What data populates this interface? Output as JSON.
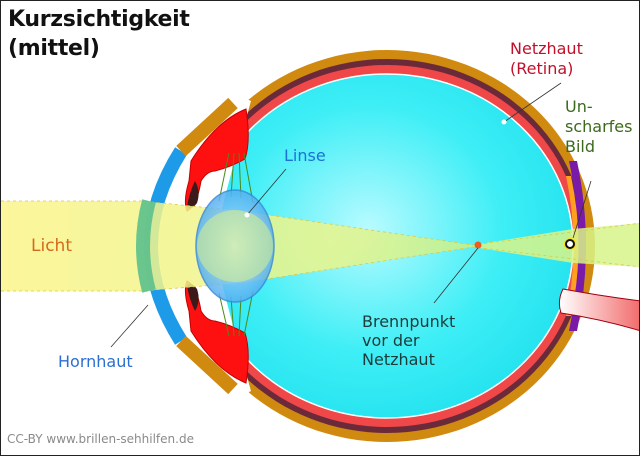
{
  "title": {
    "line1": "Kurzsichtigkeit",
    "line2": "(mittel)"
  },
  "labels": {
    "netzhaut_line1": "Netzhaut",
    "netzhaut_line2": "(Retina)",
    "unscharf_line1": "Un-",
    "unscharf_line2": "scharfes",
    "unscharf_line3": "Bild",
    "linse": "Linse",
    "licht": "Licht",
    "hornhaut": "Hornhaut",
    "brennpunkt_line1": "Brennpunkt",
    "brennpunkt_line2": "vor der",
    "brennpunkt_line3": "Netzhaut"
  },
  "credit": "CC-BY www.brillen-sehhilfen.de",
  "colors": {
    "sclera": "#d18a10",
    "choroid": "#6b2a3a",
    "retina": "#f04848",
    "vitreous": "#2ee8f0",
    "cornea": "#1e9be8",
    "iris": "#ff1010",
    "light_beam": "#fbf58a",
    "lens": "#5ab4ee",
    "focal_point": "#f05a1e",
    "label_netzhaut": "#c0102a",
    "label_unscharf": "#3c6a1c",
    "label_linse": "#1a72d6",
    "label_licht": "#d46a1a",
    "label_hornhaut": "#2b6fd0"
  }
}
